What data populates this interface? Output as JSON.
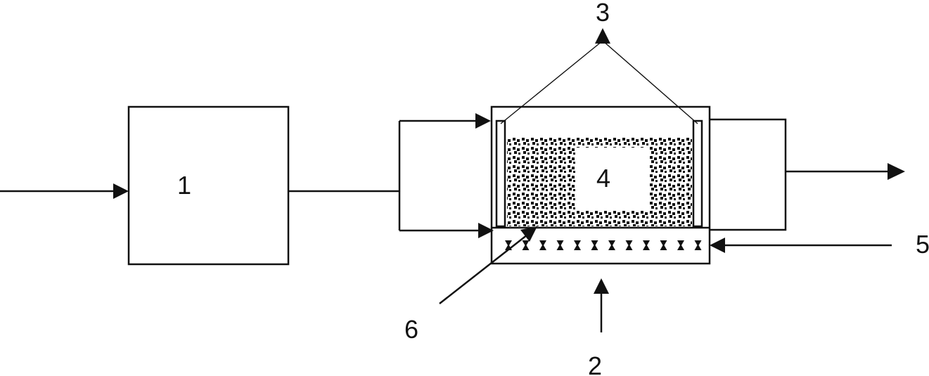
{
  "labels": {
    "l1": "1",
    "l2": "2",
    "l3": "3",
    "l4": "4",
    "l5": "5",
    "l6": "6"
  },
  "colors": {
    "stroke": "#111111",
    "background": "#ffffff"
  }
}
